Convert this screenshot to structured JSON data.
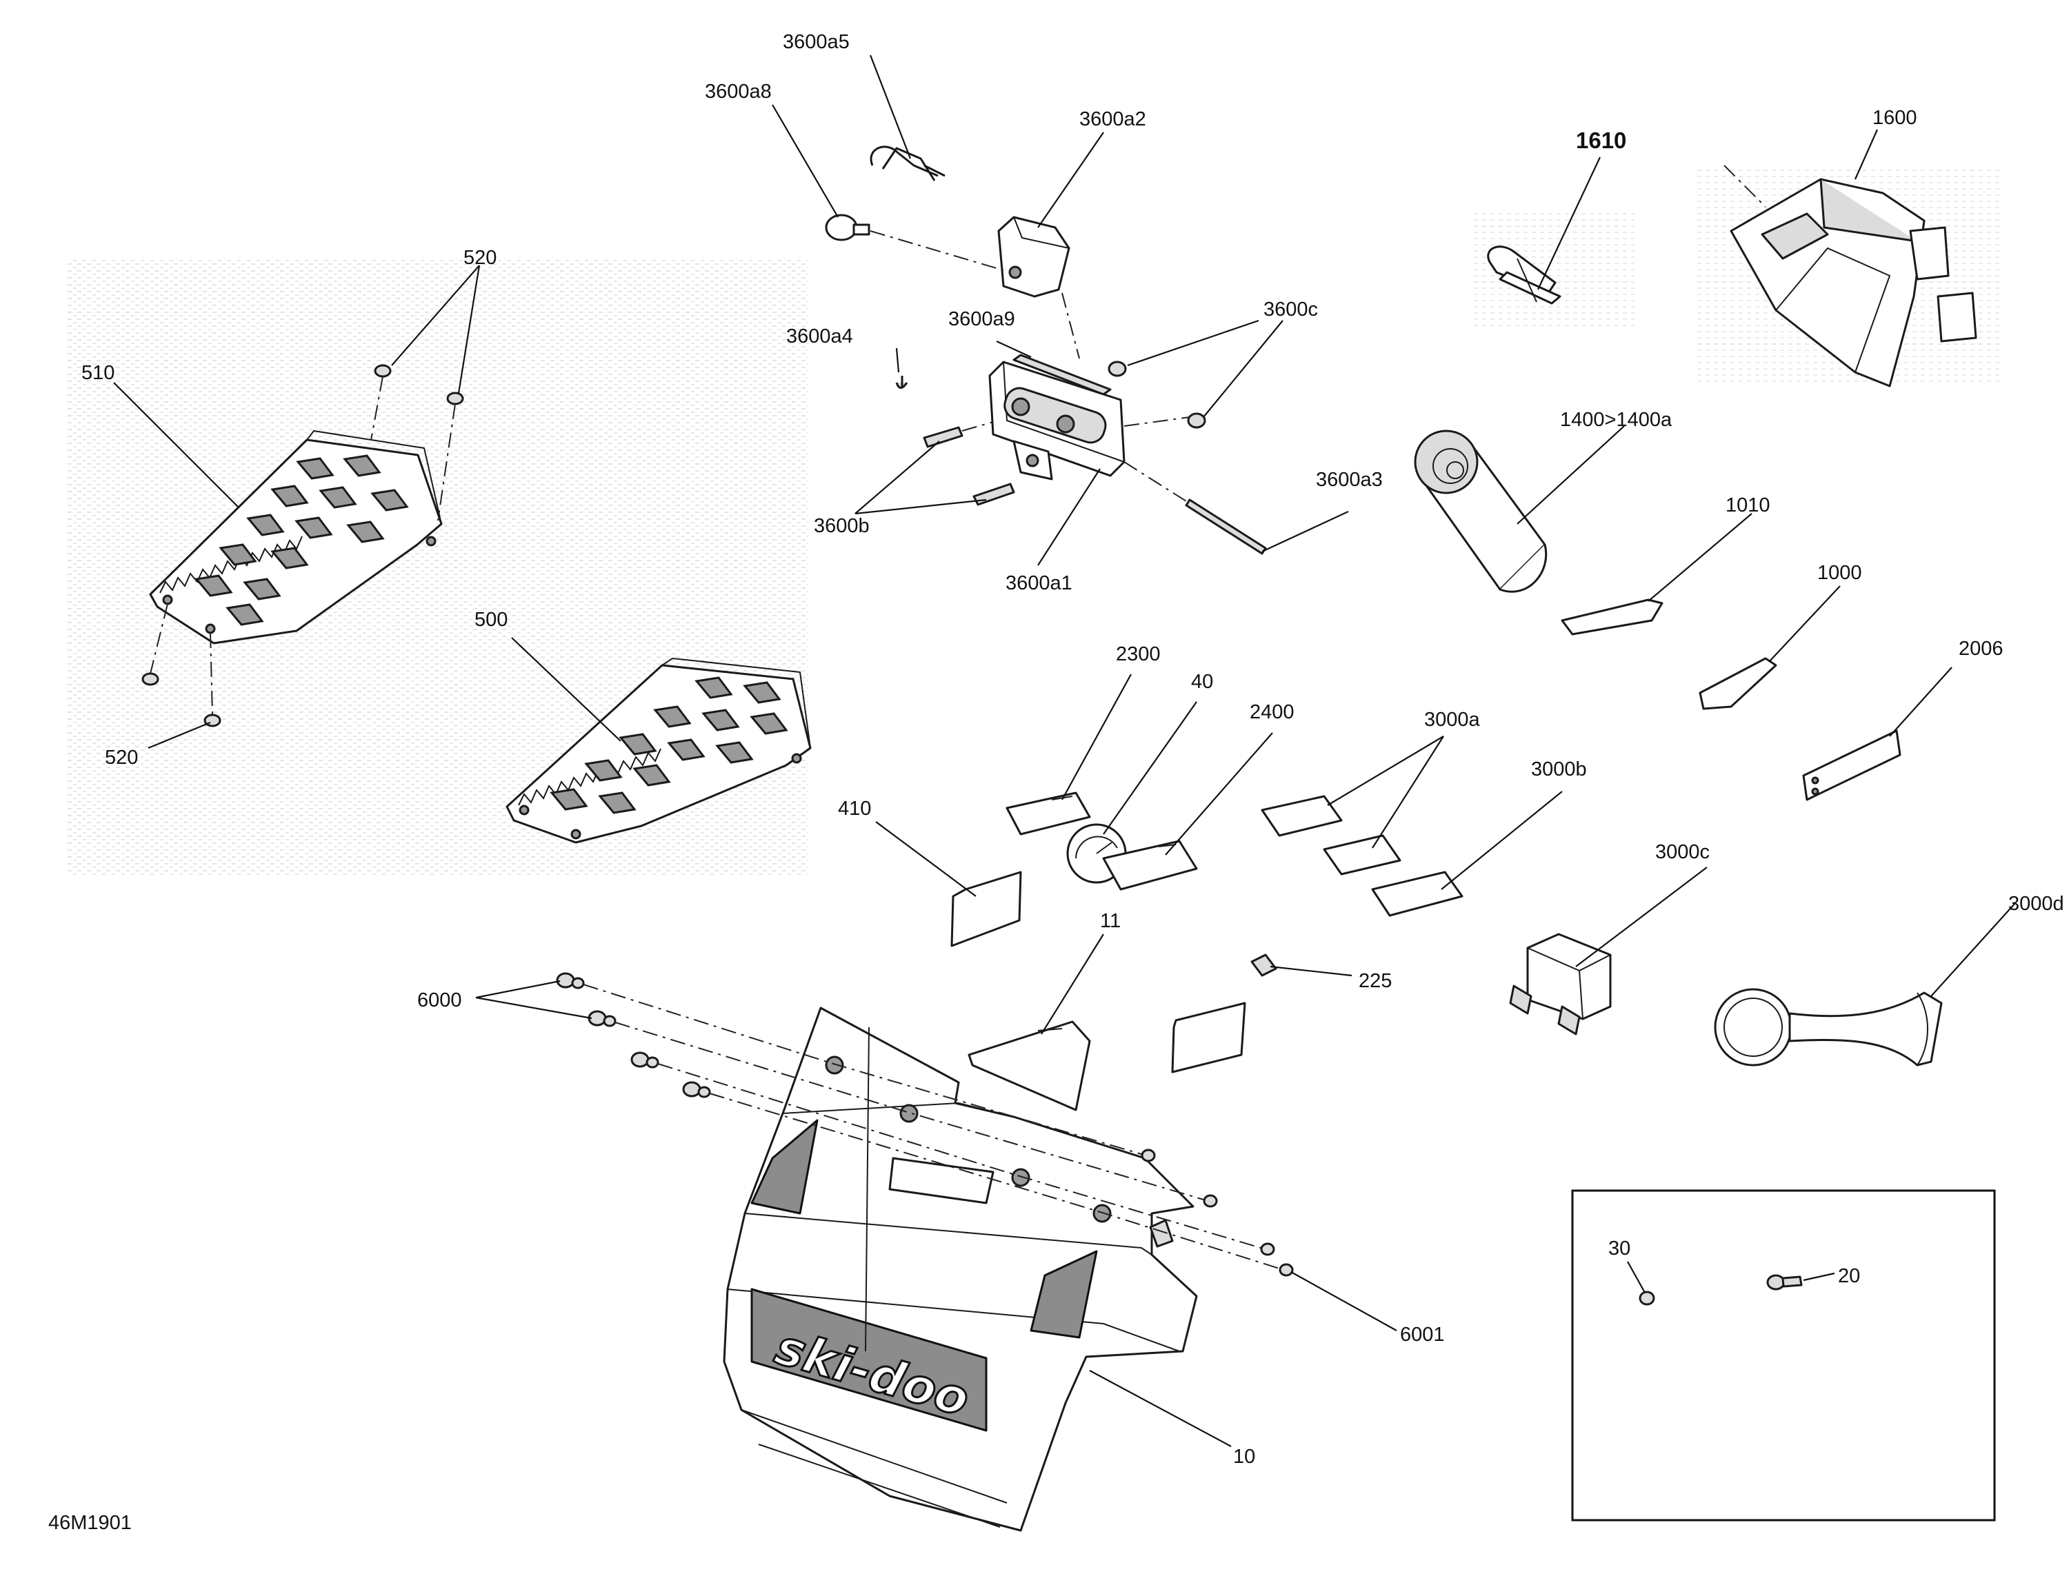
{
  "diagram_id": "46M1901",
  "brand_mark": "ski-doo",
  "labels": {
    "l3600a5": "3600a5",
    "l3600a8": "3600a8",
    "l3600a2": "3600a2",
    "l1610": "1610",
    "l1600": "1600",
    "l520_top": "520",
    "l510": "510",
    "l3600a4": "3600a4",
    "l3600a9": "3600a9",
    "l3600c": "3600c",
    "l3600b": "3600b",
    "l3600a1": "3600a1",
    "l3600a3": "3600a3",
    "l1400": "1400>1400a",
    "l1010": "1010",
    "l1000": "1000",
    "l500": "500",
    "l520_bottom": "520",
    "l2300": "2300",
    "l40": "40",
    "l2400": "2400",
    "l3000a": "3000a",
    "l3000b": "3000b",
    "l2006": "2006",
    "l410": "410",
    "l3000c": "3000c",
    "l3000d": "3000d",
    "l11": "11",
    "l225": "225",
    "l6000": "6000",
    "l6001": "6001",
    "l10": "10",
    "l30": "30",
    "l20": "20"
  }
}
